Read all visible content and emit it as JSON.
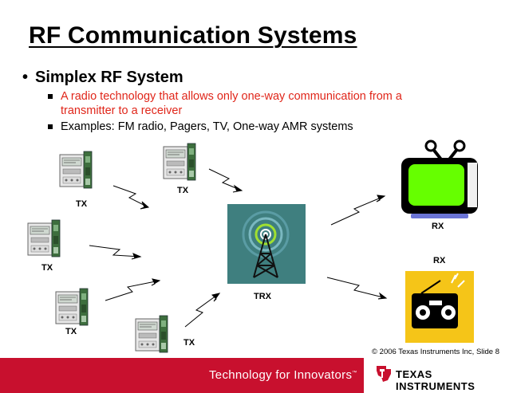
{
  "slide": {
    "title": "RF Communication Systems",
    "bullet_main": "Simplex RF System",
    "bullet_def": "A radio technology that allows only one-way communication from a",
    "bullet_def_cont": "transmitter to a receiver",
    "bullet_examples": "Examples: FM radio, Pagers, TV, One-way AMR systems"
  },
  "diagram": {
    "labels": {
      "tx1": "TX",
      "tx2": "TX",
      "tx3": "TX",
      "tx4": "TX",
      "tx5": "TX",
      "trx": "TRX",
      "rx1": "RX",
      "rx2": "RX"
    }
  },
  "footer": {
    "copyright": "© 2006 Texas Instruments Inc, Slide 8",
    "tagline": "Technology for Innovators",
    "tm": "™",
    "company": "Texas Instruments"
  },
  "colors": {
    "accent_red": "#c8102e",
    "definition_red": "#e0261a",
    "tower_bg": "#3f7f7f",
    "tv_screen": "#66ff00",
    "radio_bg": "#f5c518"
  }
}
